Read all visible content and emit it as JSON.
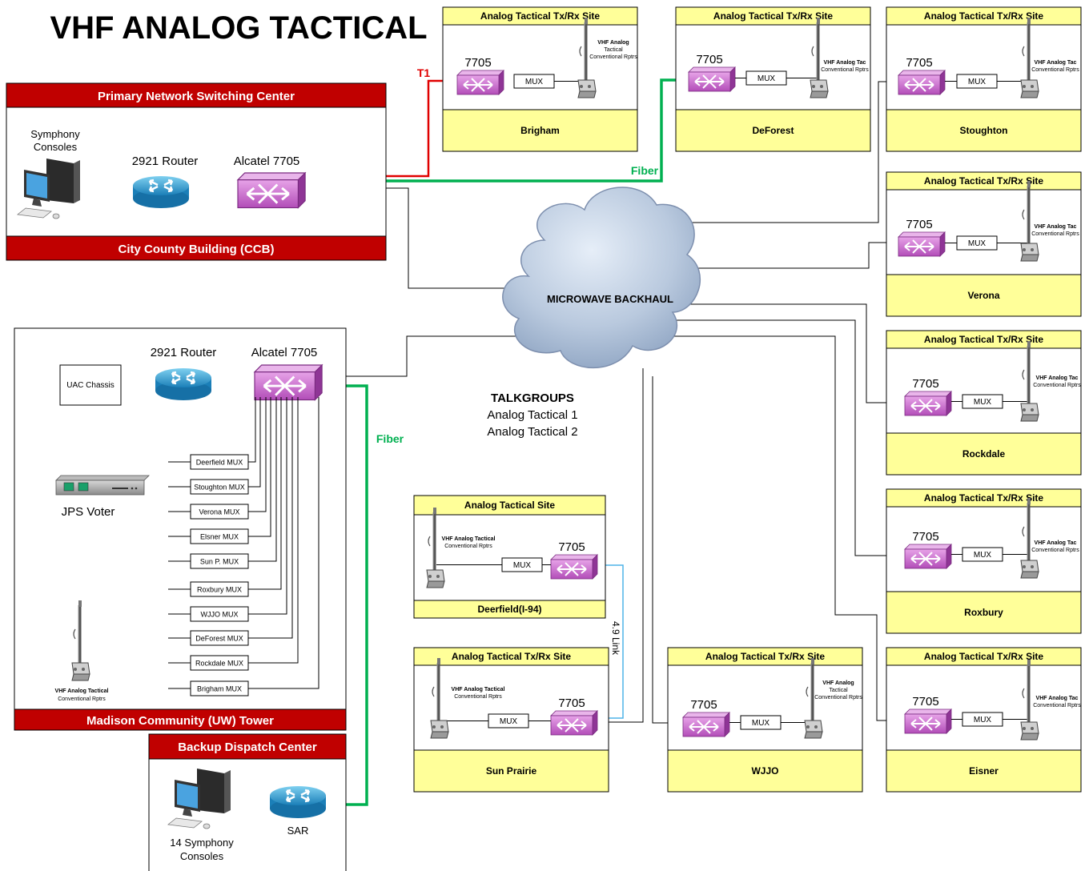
{
  "title": "VHF ANALOG TACTICAL",
  "colors": {
    "red_band": "#c00000",
    "yellow_box": "#ffff99",
    "fiber_green": "#00b050",
    "t1_red": "#e00000",
    "link_blue": "#4fb3e8",
    "mux_magenta": "#d478d6"
  },
  "primary_center": {
    "header": "Primary Network Switching Center",
    "footer": "City County Building (CCB)",
    "consoles_label_line1": "Symphony",
    "consoles_label_line2": "Consoles",
    "router_label": "2921 Router",
    "switch_label": "Alcatel 7705"
  },
  "uw_tower": {
    "footer": "Madison Community (UW) Tower",
    "uac_label": "UAC Chassis",
    "router_label": "2921 Router",
    "switch_label": "Alcatel 7705",
    "voter_label": "JPS Voter",
    "tower_label_line1": "VHF Analog Tactical",
    "tower_label_line2": "Conventional Rptrs",
    "mux_list": [
      "Deerfield MUX",
      "Stoughton MUX",
      "Verona MUX",
      "Elsner MUX",
      "Sun P. MUX",
      "Roxbury MUX",
      "WJJO MUX",
      "DeForest MUX",
      "Rockdale MUX",
      "Brigham MUX"
    ]
  },
  "backup_center": {
    "header": "Backup Dispatch Center",
    "consoles_line1": "14 Symphony",
    "consoles_line2": "Consoles",
    "sar_label": "SAR"
  },
  "links": {
    "t1_label": "T1",
    "fiber_top_label": "Fiber",
    "fiber_left_label": "Fiber",
    "link_49_label": "4.9 Link"
  },
  "cloud_label": "MICROWAVE BACKHAUL",
  "talkgroups": {
    "title": "TALKGROUPS",
    "items": [
      "Analog Tactical 1",
      "Analog Tactical 2"
    ]
  },
  "sites": [
    {
      "id": "brigham",
      "header": "Analog Tactical Tx/Rx Site",
      "footer": "Brigham",
      "switch": "7705",
      "mux": "MUX",
      "tower_line1": "VHF Analog",
      "tower_line2": "Tactical",
      "tower_line3": "Conventional Rptrs"
    },
    {
      "id": "deforest",
      "header": "Analog Tactical Tx/Rx Site",
      "footer": "DeForest",
      "switch": "7705",
      "mux": "MUX",
      "tower_line1": "VHF Analog Tac",
      "tower_line2": "Conventional Rptrs",
      "tower_line3": ""
    },
    {
      "id": "stoughton",
      "header": "Analog Tactical Tx/Rx Site",
      "footer": "Stoughton",
      "switch": "7705",
      "mux": "MUX",
      "tower_line1": "VHF Analog Tac",
      "tower_line2": "Conventional Rptrs",
      "tower_line3": ""
    },
    {
      "id": "verona",
      "header": "Analog Tactical Tx/Rx Site",
      "footer": "Verona",
      "switch": "7705",
      "mux": "MUX",
      "tower_line1": "VHF Analog Tac",
      "tower_line2": "Conventional Rptrs",
      "tower_line3": ""
    },
    {
      "id": "rockdale",
      "header": "Analog Tactical Tx/Rx Site",
      "footer": "Rockdale",
      "switch": "7705",
      "mux": "MUX",
      "tower_line1": "VHF Analog Tac",
      "tower_line2": "Conventional Rptrs",
      "tower_line3": ""
    },
    {
      "id": "roxbury",
      "header": "Analog Tactical Tx/Rx Site",
      "footer": "Roxbury",
      "switch": "7705",
      "mux": "MUX",
      "tower_line1": "VHF Analog Tac",
      "tower_line2": "Conventional Rptrs",
      "tower_line3": ""
    },
    {
      "id": "eisner",
      "header": "Analog Tactical Tx/Rx Site",
      "footer": "Eisner",
      "switch": "7705",
      "mux": "MUX",
      "tower_line1": "VHF Analog Tac",
      "tower_line2": "Conventional Rptrs",
      "tower_line3": ""
    },
    {
      "id": "deerfield",
      "header": "Analog Tactical Site",
      "footer": "Deerfield(I-94)",
      "switch": "7705",
      "mux": "MUX",
      "tower_line1": "VHF Analog Tactical",
      "tower_line2": "Conventional Rptrs",
      "tower_line3": ""
    },
    {
      "id": "sunprairie",
      "header": "Analog Tactical Tx/Rx Site",
      "footer": "Sun Prairie",
      "switch": "7705",
      "mux": "MUX",
      "tower_line1": "VHF Analog Tactical",
      "tower_line2": "Conventional Rptrs",
      "tower_line3": ""
    },
    {
      "id": "wjjo",
      "header": "Analog Tactical Tx/Rx Site",
      "footer": "WJJO",
      "switch": "7705",
      "mux": "MUX",
      "tower_line1": "VHF Analog",
      "tower_line2": "Tactical",
      "tower_line3": "Conventional Rptrs"
    }
  ]
}
